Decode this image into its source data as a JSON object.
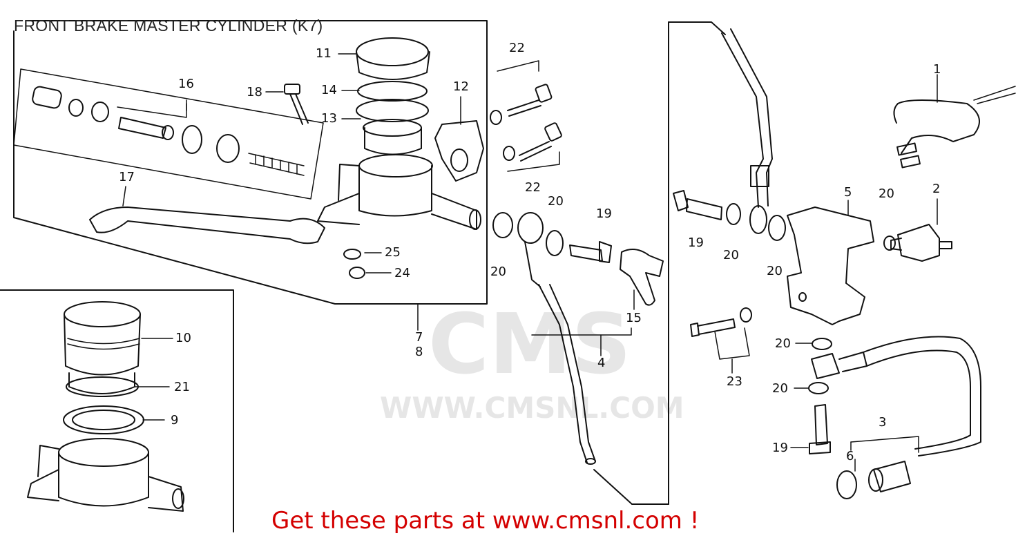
{
  "title": "FRONT BRAKE MASTER CYLINDER (K7)",
  "footer": "Get these parts at www.cmsnl.com !",
  "watermark": {
    "logo": "CMS",
    "url": "WWW.CMSNL.COM"
  },
  "colors": {
    "footer": "#d40000",
    "line": "#111111",
    "watermark": "#e6e6e6"
  },
  "part_labels": {
    "p1": "1",
    "p2": "2",
    "p3": "3",
    "p4": "4",
    "p5": "5",
    "p6": "6",
    "p7": "7",
    "p8": "8",
    "p9": "9",
    "p10": "10",
    "p11": "11",
    "p12": "12",
    "p13": "13",
    "p14": "14",
    "p15": "15",
    "p16": "16",
    "p17": "17",
    "p18": "18",
    "p19a": "19",
    "p19b": "19",
    "p19c": "19",
    "p20a": "20",
    "p20b": "20",
    "p20c": "20",
    "p20d": "20",
    "p20e": "20",
    "p20f": "20",
    "p20g": "20",
    "p21": "21",
    "p22a": "22",
    "p22b": "22",
    "p23": "23",
    "p24": "24",
    "p25": "25"
  }
}
